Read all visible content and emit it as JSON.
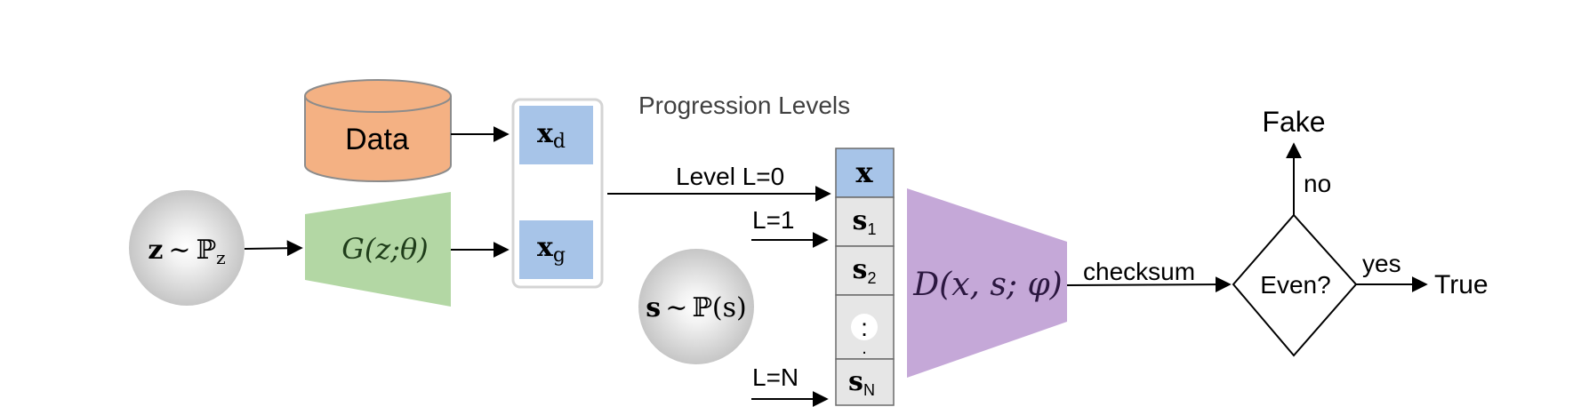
{
  "heading": "Progression Levels",
  "data_store": {
    "label": "Data"
  },
  "noise_source": {
    "var": "z",
    "rel": "∼",
    "dist": "ℙ",
    "sub": "z"
  },
  "generator": {
    "label": "G(z;θ)"
  },
  "samples": {
    "real": "x",
    "real_sub": "d",
    "fake": "x",
    "fake_sub": "g"
  },
  "secret_source": {
    "var": "s",
    "rel": "∼",
    "dist": "ℙ(s)"
  },
  "levels": {
    "level0": "Level L=0",
    "level1": "L=1",
    "levelN": "L=N"
  },
  "stack": {
    "x": "x",
    "s1": "s",
    "s1_sub": "1",
    "s2": "s",
    "s2_sub": "2",
    "dots": ":",
    "sN": "s",
    "sN_sub": "N"
  },
  "discriminator": {
    "label": "D(x, s; φ)"
  },
  "edge": {
    "checksum": "checksum",
    "yes": "yes",
    "no": "no"
  },
  "decision": {
    "question": "Even?"
  },
  "outcomes": {
    "true": "True",
    "fake": "Fake"
  },
  "colors": {
    "data": "#f4b183",
    "generator": "#b3d7a4",
    "sample": "#a7c4e8",
    "discriminator": "#c5a8d8",
    "stack_cell": "#e6e6e6",
    "frame": "#d4d4d4"
  }
}
